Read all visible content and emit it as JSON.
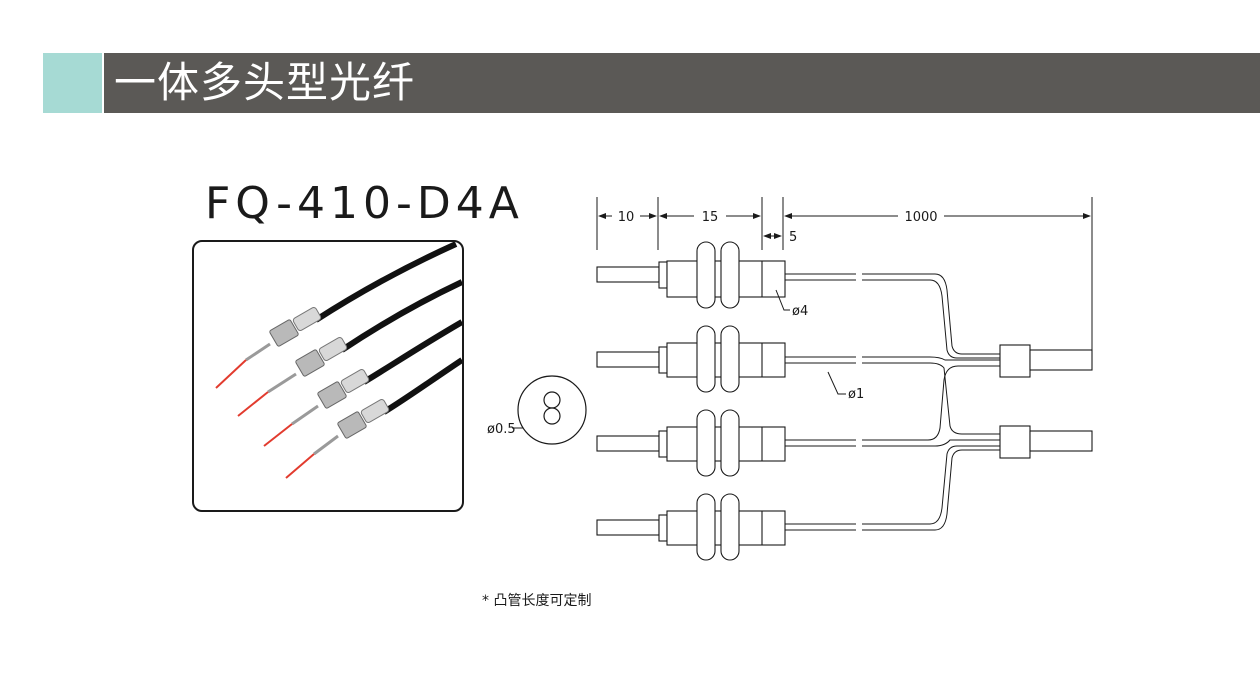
{
  "header": {
    "title": "一体多头型光纤",
    "accent_color": "#a6dad4",
    "bar_color": "#5b5956"
  },
  "product": {
    "model": "FQ-410-D4A"
  },
  "photo": {
    "icon": "fiber-probes-photo-icon",
    "sheath_color": "#111111",
    "tip_color": "#e23b2e"
  },
  "drawing": {
    "dim_10": "10",
    "dim_15": "15",
    "dim_5": "5",
    "dim_1000": "1000",
    "dia_4": "ø4",
    "dia_1": "ø1",
    "dia_0_5": "ø0.5"
  },
  "footnote": "* 凸管长度可定制"
}
